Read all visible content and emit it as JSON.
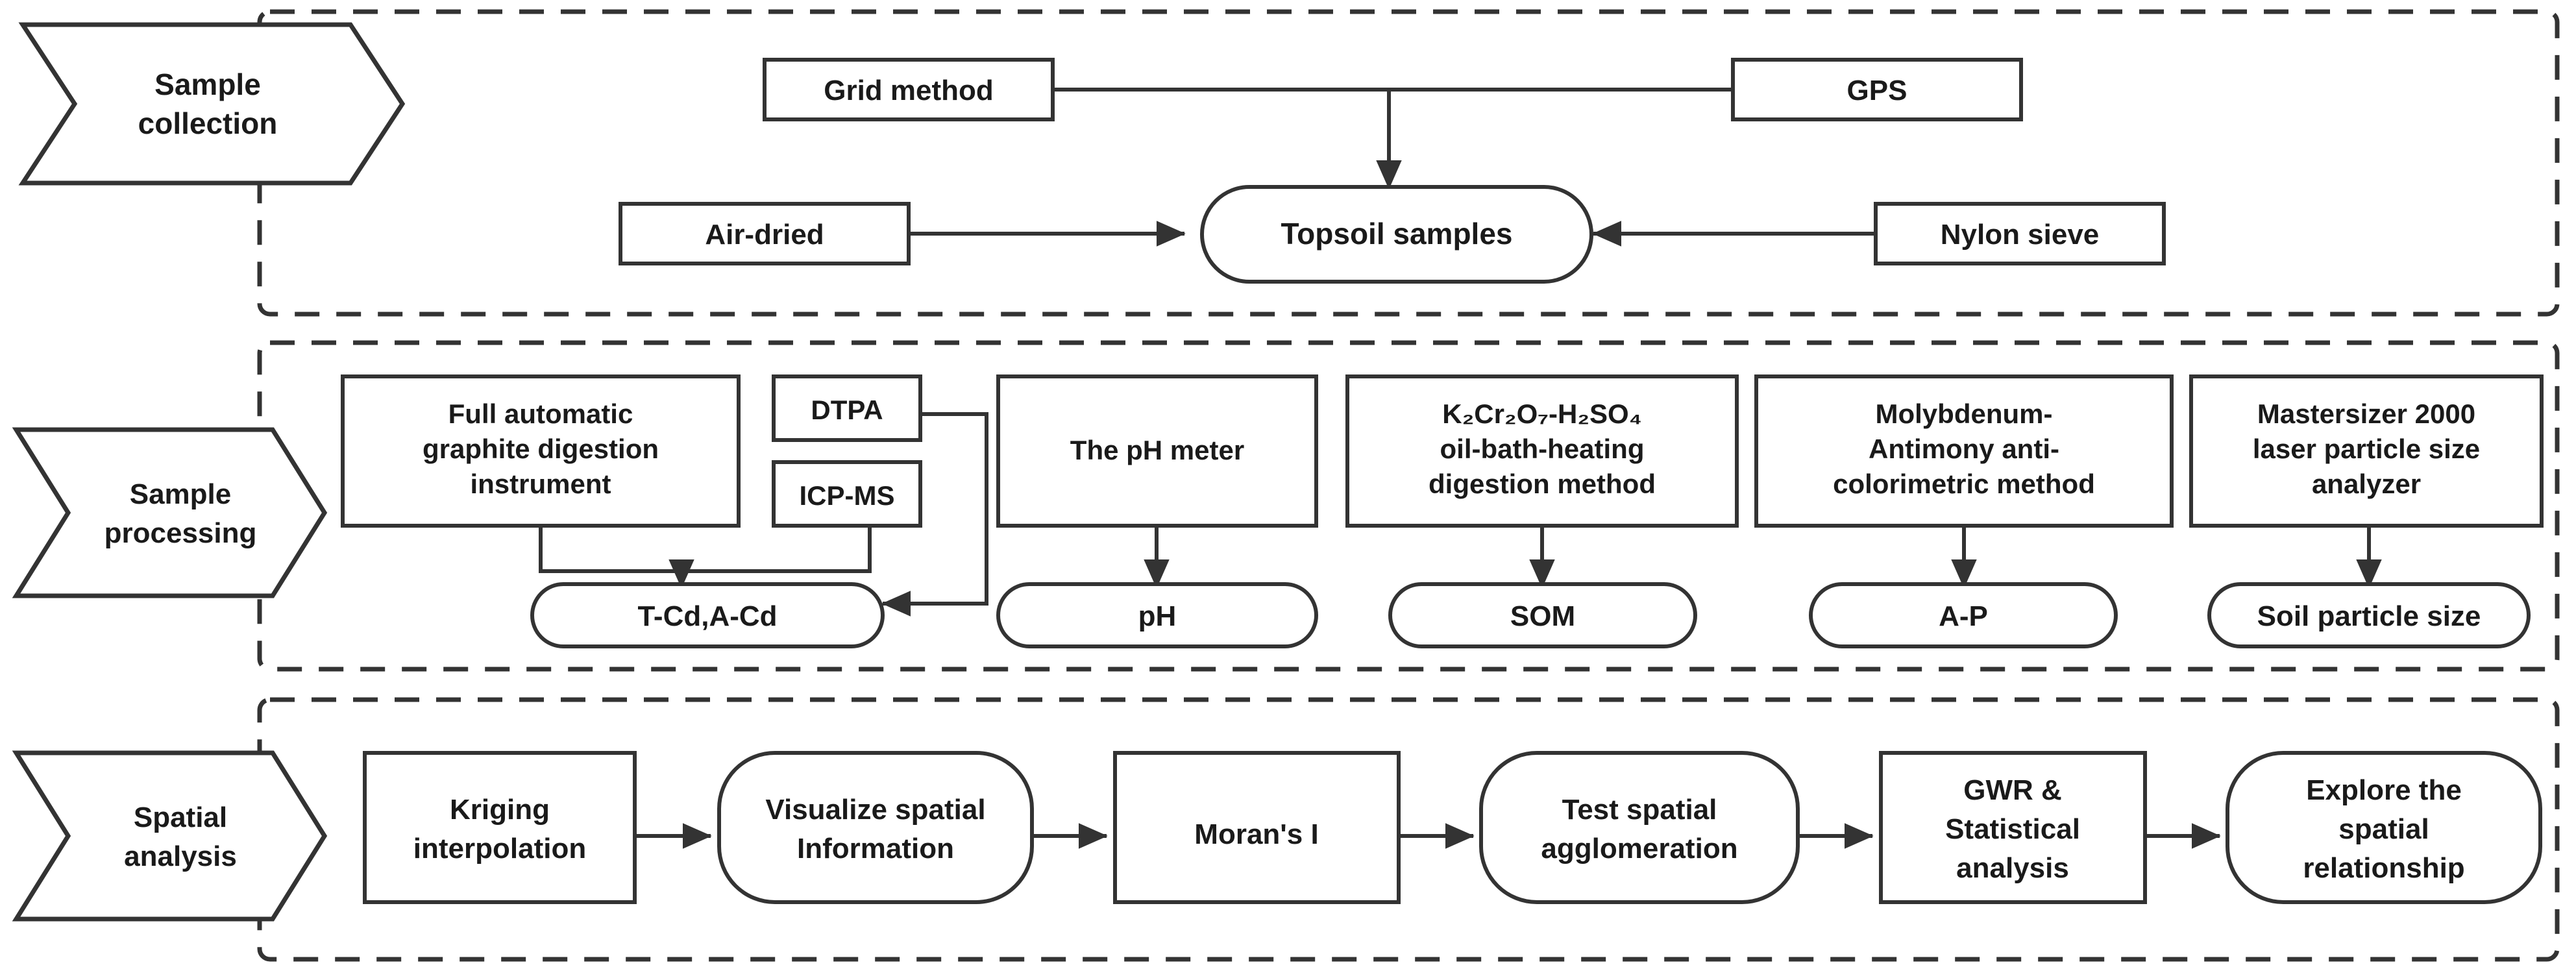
{
  "diagram": {
    "type": "flowchart",
    "title": "",
    "stroke_color": "#333333",
    "fill_color": "#ffffff",
    "text_color": "#1a1a1a",
    "sections": [
      {
        "id": "sample-collection",
        "stage_label": "Sample collection",
        "nodes": [
          {
            "id": "grid-method",
            "label": "Grid method",
            "shape": "rect"
          },
          {
            "id": "gps",
            "label": "GPS",
            "shape": "rect"
          },
          {
            "id": "air-dried",
            "label": "Air-dried",
            "shape": "rect"
          },
          {
            "id": "nylon-sieve",
            "label": "Nylon sieve",
            "shape": "rect"
          },
          {
            "id": "topsoil-samples",
            "label": "Topsoil samples",
            "shape": "stadium"
          }
        ],
        "edges": [
          {
            "from": "grid-method",
            "to": "topsoil-samples",
            "style": "elbow-down-arrow"
          },
          {
            "from": "gps",
            "to": "topsoil-samples",
            "style": "elbow-down-arrow"
          },
          {
            "from": "air-dried",
            "to": "topsoil-samples",
            "style": "straight-arrow"
          },
          {
            "from": "nylon-sieve",
            "to": "topsoil-samples",
            "style": "straight-arrow"
          }
        ]
      },
      {
        "id": "sample-processing",
        "stage_label": "Sample processing",
        "nodes": [
          {
            "id": "graphite-digestion",
            "label": "Full automatic graphite digestion instrument",
            "shape": "rect"
          },
          {
            "id": "dtpa",
            "label": "DTPA",
            "shape": "rect"
          },
          {
            "id": "icp-ms",
            "label": "ICP-MS",
            "shape": "rect"
          },
          {
            "id": "ph-meter",
            "label": "The pH meter",
            "shape": "rect"
          },
          {
            "id": "oil-bath",
            "label": "K2Cr2O7-H2SO4 oil-bath-heating digestion method",
            "shape": "rect"
          },
          {
            "id": "molybdenum",
            "label": "Molybdenum-Antimony anti-colorimetric method",
            "shape": "rect"
          },
          {
            "id": "mastersizer",
            "label": "Mastersizer 2000 laser particle size analyzer",
            "shape": "rect"
          },
          {
            "id": "t-cd-a-cd",
            "label": "T-Cd,A-Cd",
            "shape": "stadium"
          },
          {
            "id": "ph",
            "label": "pH",
            "shape": "stadium"
          },
          {
            "id": "som",
            "label": "SOM",
            "shape": "stadium"
          },
          {
            "id": "a-p",
            "label": "A-P",
            "shape": "stadium"
          },
          {
            "id": "soil-particle-size",
            "label": "Soil particle size",
            "shape": "stadium"
          }
        ],
        "labels": {
          "oil_bath_line1": "K₂Cr₂O₇-H₂SO₄",
          "oil_bath_line2": "oil-bath-heating",
          "oil_bath_line3": "digestion method",
          "graphite_line1": "Full automatic",
          "graphite_line2": "graphite digestion",
          "graphite_line3": "instrument",
          "molybdenum_line1": "Molybdenum-",
          "molybdenum_line2": "Antimony anti-",
          "molybdenum_line3": "colorimetric method",
          "mastersizer_line1": "Mastersizer 2000",
          "mastersizer_line2": "laser particle size",
          "mastersizer_line3": "analyzer"
        },
        "edges": [
          {
            "from": "graphite-digestion",
            "to": "t-cd-a-cd",
            "style": "merge-arrow"
          },
          {
            "from": "icp-ms",
            "to": "t-cd-a-cd",
            "style": "merge-arrow"
          },
          {
            "from": "dtpa",
            "to": "t-cd-a-cd",
            "style": "right-elbow-arrow"
          },
          {
            "from": "ph-meter",
            "to": "ph",
            "style": "down-arrow"
          },
          {
            "from": "oil-bath",
            "to": "som",
            "style": "down-arrow"
          },
          {
            "from": "molybdenum",
            "to": "a-p",
            "style": "down-arrow"
          },
          {
            "from": "mastersizer",
            "to": "soil-particle-size",
            "style": "down-arrow"
          }
        ]
      },
      {
        "id": "spatial-analysis",
        "stage_label": "Spatial analysis",
        "nodes": [
          {
            "id": "kriging",
            "label": "Kriging interpolation",
            "shape": "rect"
          },
          {
            "id": "visualize",
            "label": "Visualize spatial Information",
            "shape": "rounded"
          },
          {
            "id": "morans-i",
            "label": "Moran's I",
            "shape": "rect"
          },
          {
            "id": "test-spatial",
            "label": "Test spatial agglomeration",
            "shape": "rounded"
          },
          {
            "id": "gwr",
            "label": "GWR & Statistical analysis",
            "shape": "rect"
          },
          {
            "id": "explore",
            "label": "Explore the spatial relationship",
            "shape": "rounded"
          }
        ],
        "labels": {
          "kriging_line1": "Kriging",
          "kriging_line2": "interpolation",
          "visualize_line1": "Visualize spatial",
          "visualize_line2": "Information",
          "morans_line1": "Moran's I",
          "test_line1": "Test spatial",
          "test_line2": "agglomeration",
          "gwr_line1": "GWR &",
          "gwr_line2": "Statistical",
          "gwr_line3": "analysis",
          "explore_line1": "Explore the",
          "explore_line2": "spatial",
          "explore_line3": "relationship"
        },
        "edges": [
          {
            "from": "kriging",
            "to": "visualize",
            "style": "right-arrow"
          },
          {
            "from": "visualize",
            "to": "morans-i",
            "style": "right-arrow"
          },
          {
            "from": "morans-i",
            "to": "test-spatial",
            "style": "right-arrow"
          },
          {
            "from": "test-spatial",
            "to": "gwr",
            "style": "right-arrow"
          },
          {
            "from": "gwr",
            "to": "explore",
            "style": "right-arrow"
          }
        ]
      }
    ],
    "stage_labels": {
      "s1_line1": "Sample",
      "s1_line2": "collection",
      "s2_line1": "Sample",
      "s2_line2": "processing",
      "s3_line1": "Spatial",
      "s3_line2": "analysis"
    },
    "row1": {
      "grid_method": "Grid method",
      "gps": "GPS",
      "air_dried": "Air-dried",
      "nylon_sieve": "Nylon sieve",
      "topsoil_samples": "Topsoil samples"
    },
    "row2": {
      "dtpa": "DTPA",
      "icp_ms": "ICP-MS",
      "ph_meter": "The pH meter",
      "t_cd_a_cd": "T-Cd,A-Cd",
      "ph": "pH",
      "som": "SOM",
      "a_p": "A-P",
      "soil_particle_size": "Soil particle size"
    }
  }
}
